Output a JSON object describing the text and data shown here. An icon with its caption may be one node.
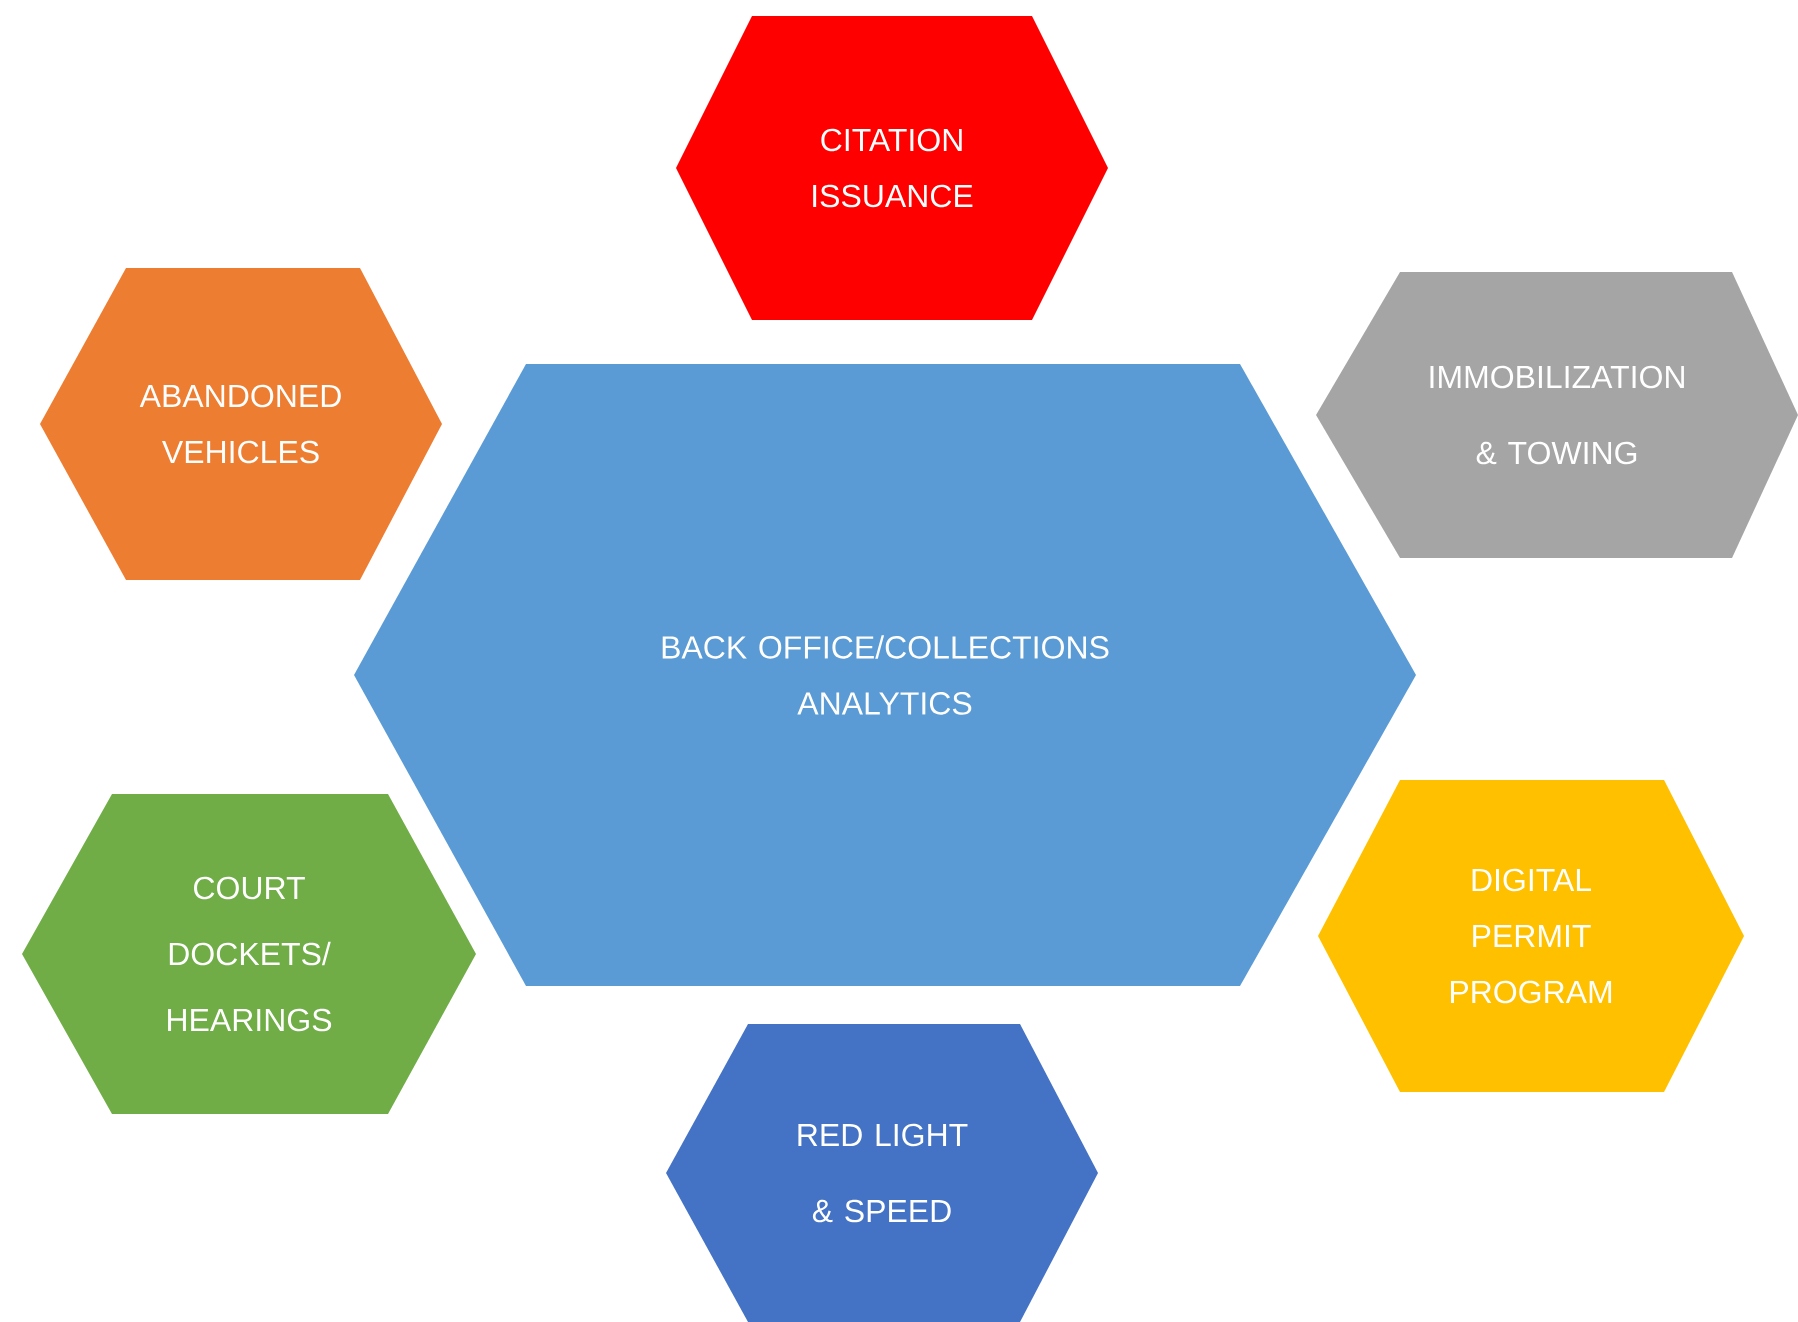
{
  "diagram": {
    "nodes": [
      {
        "text": [
          "CITATION ISSUANCE"
        ]
      },
      {
        "text": [
          "ABANDONED VEHICLES"
        ]
      },
      {
        "text": [
          "IMMOBILIZATION & TOWING"
        ]
      },
      {
        "text": [
          "BACK OFFICE/COLLECTIONS ANALYTICS"
        ]
      },
      {
        "text": [
          "COURT DOCKETS/ HEARINGS"
        ]
      },
      {
        "text": [
          "DIGITAL PERMIT PROGRAM"
        ]
      },
      {
        "text": [
          "RED LIGHT & SPEED"
        ]
      }
    ]
  }
}
